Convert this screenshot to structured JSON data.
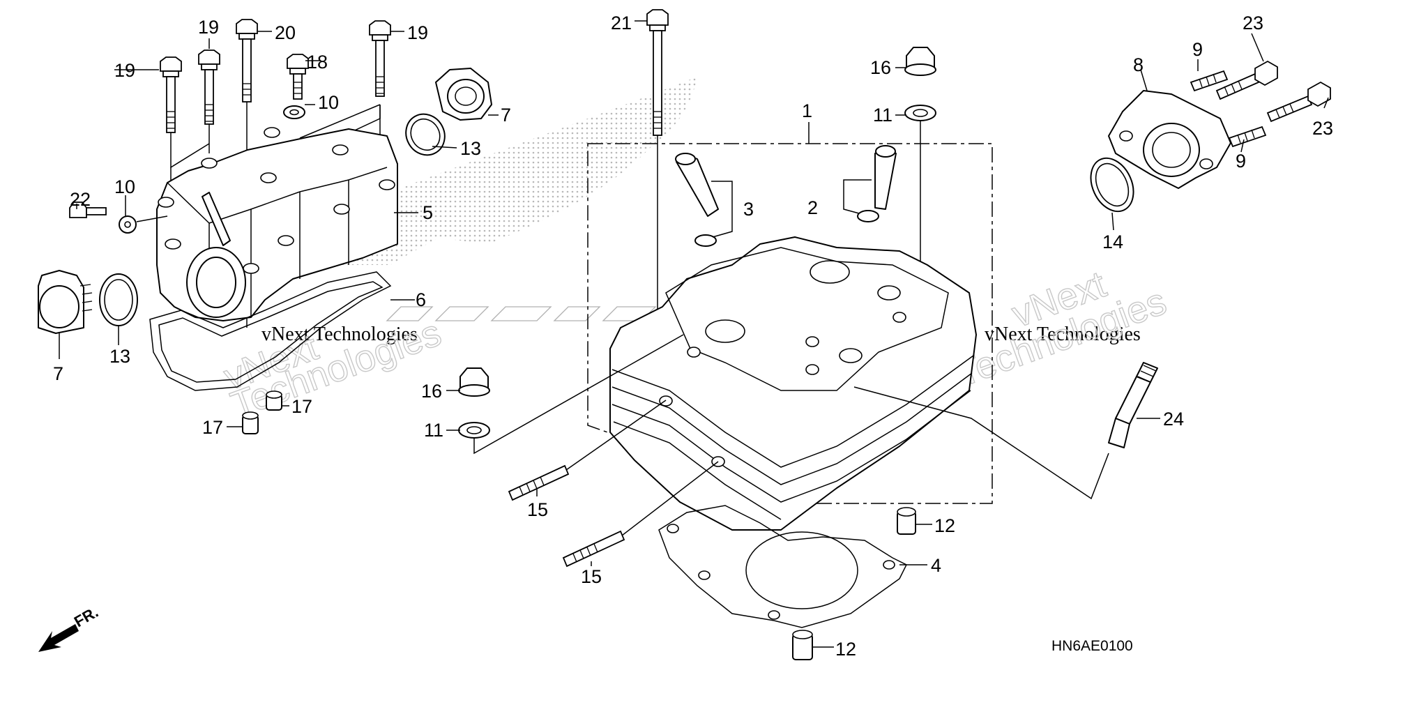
{
  "diagram": {
    "code": "HN6AE0100",
    "front_label": "FR.",
    "watermark": {
      "company_line1": "vNext Technologies",
      "company_line2_a": "vNext",
      "company_line2_b": "Technologies"
    },
    "callouts": [
      {
        "id": "c-1",
        "label": "1"
      },
      {
        "id": "c-2",
        "label": "2"
      },
      {
        "id": "c-3",
        "label": "3"
      },
      {
        "id": "c-4",
        "label": "4"
      },
      {
        "id": "c-5",
        "label": "5"
      },
      {
        "id": "c-6",
        "label": "6"
      },
      {
        "id": "c-7a",
        "label": "7"
      },
      {
        "id": "c-7b",
        "label": "7"
      },
      {
        "id": "c-8",
        "label": "8"
      },
      {
        "id": "c-9a",
        "label": "9"
      },
      {
        "id": "c-9b",
        "label": "9"
      },
      {
        "id": "c-10a",
        "label": "10"
      },
      {
        "id": "c-10b",
        "label": "10"
      },
      {
        "id": "c-11a",
        "label": "11"
      },
      {
        "id": "c-11b",
        "label": "11"
      },
      {
        "id": "c-12a",
        "label": "12"
      },
      {
        "id": "c-12b",
        "label": "12"
      },
      {
        "id": "c-13a",
        "label": "13"
      },
      {
        "id": "c-13b",
        "label": "13"
      },
      {
        "id": "c-14",
        "label": "14"
      },
      {
        "id": "c-15a",
        "label": "15"
      },
      {
        "id": "c-15b",
        "label": "15"
      },
      {
        "id": "c-16a",
        "label": "16"
      },
      {
        "id": "c-16b",
        "label": "16"
      },
      {
        "id": "c-17a",
        "label": "17"
      },
      {
        "id": "c-17b",
        "label": "17"
      },
      {
        "id": "c-18",
        "label": "18"
      },
      {
        "id": "c-19a",
        "label": "19"
      },
      {
        "id": "c-19b",
        "label": "19"
      },
      {
        "id": "c-19c",
        "label": "19"
      },
      {
        "id": "c-20",
        "label": "20"
      },
      {
        "id": "c-21",
        "label": "21"
      },
      {
        "id": "c-22",
        "label": "22"
      },
      {
        "id": "c-23a",
        "label": "23"
      },
      {
        "id": "c-23b",
        "label": "23"
      },
      {
        "id": "c-24",
        "label": "24"
      }
    ]
  }
}
